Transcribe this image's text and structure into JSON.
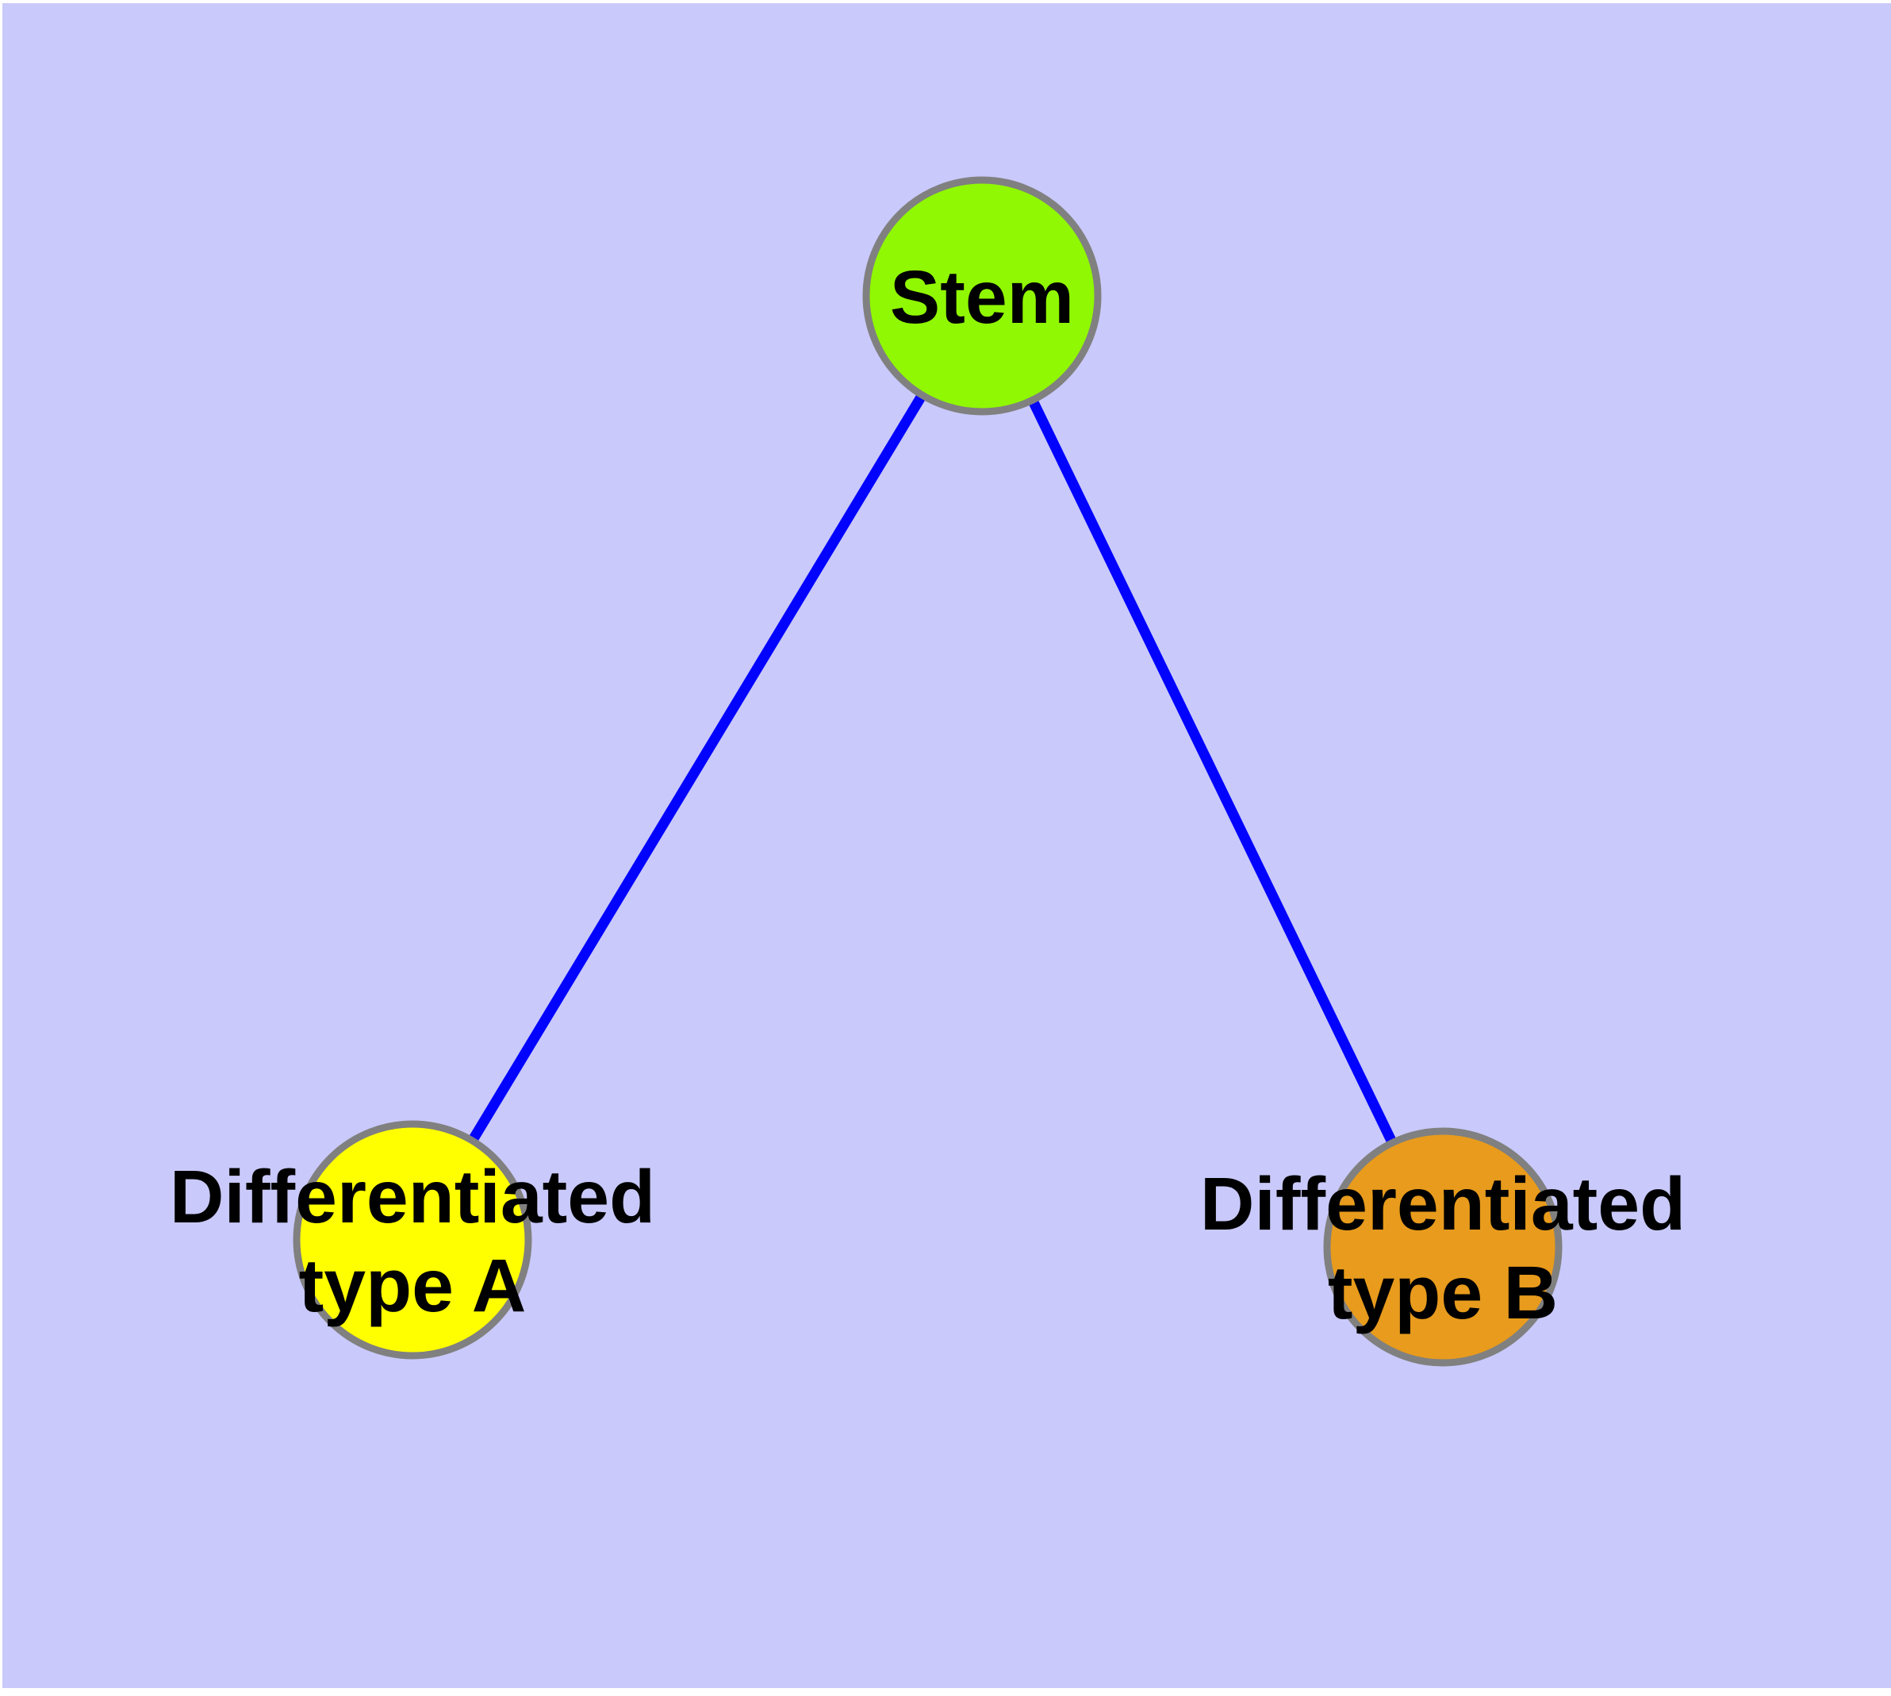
{
  "diagram": {
    "type": "graph",
    "background_color": "#C9C9FB",
    "margin_color": "#FFFFFF",
    "node_border_color": "#808080",
    "edge_color": "#0202FF",
    "text_color": "#000000",
    "nodes": [
      {
        "id": "stem",
        "label": "Stem",
        "lines": [
          "Stem"
        ],
        "fill": "#90F802"
      },
      {
        "id": "differentiated-type-a",
        "label": "Differentiated type A",
        "lines": [
          "Differentiated",
          "type A"
        ],
        "fill": "#FFFF00"
      },
      {
        "id": "differentiated-type-b",
        "label": "Differentiated type B",
        "lines": [
          "Differentiated",
          "type B"
        ],
        "fill": "#E89B1C"
      }
    ],
    "edges": [
      {
        "from": "stem",
        "to": "differentiated-type-a"
      },
      {
        "from": "stem",
        "to": "differentiated-type-b"
      }
    ]
  }
}
